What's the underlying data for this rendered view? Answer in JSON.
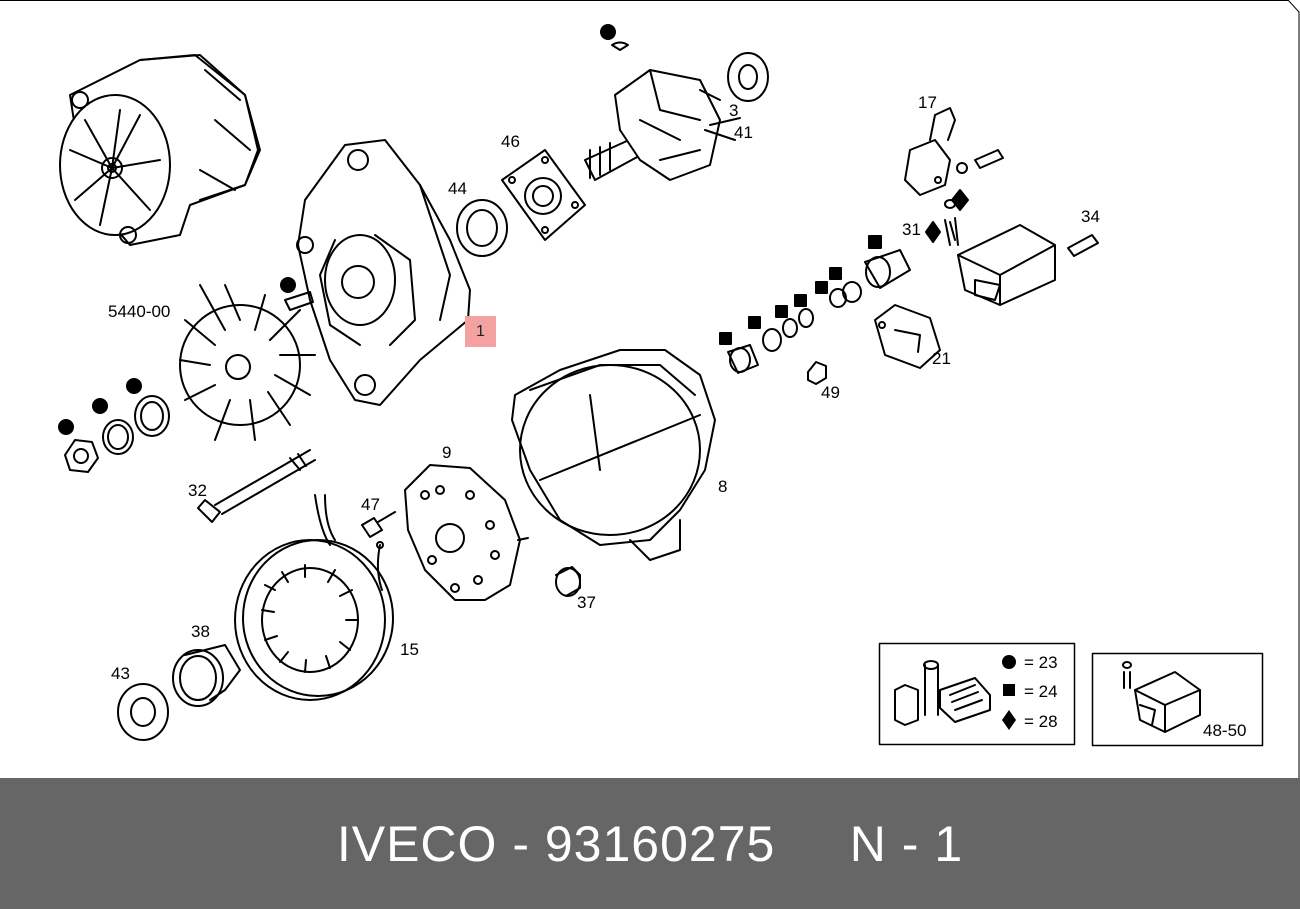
{
  "labels": {
    "l5440": "5440-00",
    "l44": "44",
    "l46": "46",
    "l3": "3",
    "l41": "41",
    "l17": "17",
    "l34": "34",
    "l31": "31",
    "l1": "1",
    "l21": "21",
    "l49": "49",
    "l9": "9",
    "l8": "8",
    "l32": "32",
    "l47": "47",
    "l37": "37",
    "l38": "38",
    "l15": "15",
    "l43": "43"
  },
  "legend": {
    "circle": "= 23",
    "square": "= 24",
    "diamond": "= 28",
    "kit": "48-50"
  },
  "footer": {
    "brand": "IVECO",
    "sep": " - ",
    "part_number": "93160275",
    "gap": "     ",
    "item": "N - 1"
  }
}
